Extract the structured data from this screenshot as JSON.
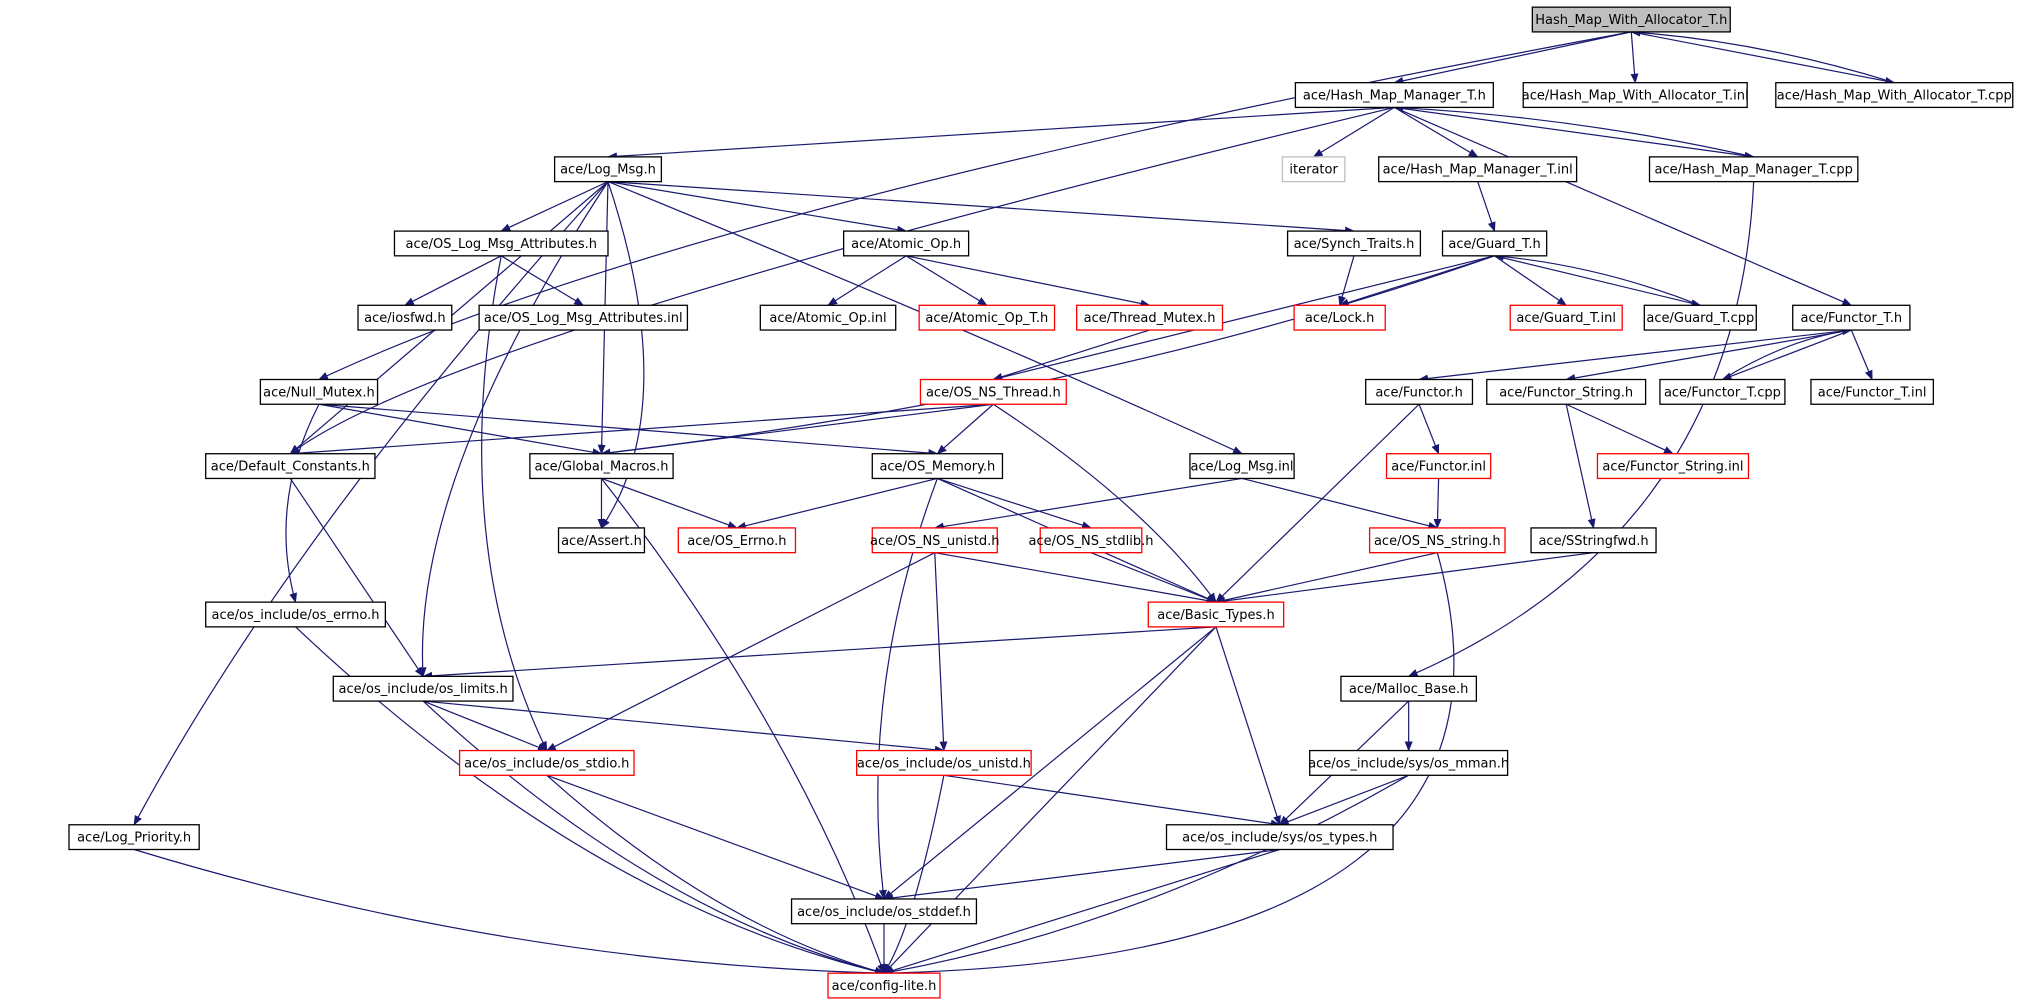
{
  "diagram": {
    "title": "",
    "edge_color": "#191970",
    "nodes": [
      {
        "id": "root",
        "label": "Hash_Map_With_Allocator_T.h",
        "style": "root"
      },
      {
        "id": "hmm_h",
        "label": "ace/Hash_Map_Manager_T.h",
        "style": "normal"
      },
      {
        "id": "hmwa_inl",
        "label": "ace/Hash_Map_With_Allocator_T.inl",
        "style": "normal"
      },
      {
        "id": "hmwa_cpp",
        "label": "ace/Hash_Map_With_Allocator_T.cpp",
        "style": "normal"
      },
      {
        "id": "logmsg_h",
        "label": "ace/Log_Msg.h",
        "style": "normal"
      },
      {
        "id": "iterator",
        "label": "iterator",
        "style": "grey"
      },
      {
        "id": "hmm_inl",
        "label": "ace/Hash_Map_Manager_T.inl",
        "style": "normal"
      },
      {
        "id": "hmm_cpp",
        "label": "ace/Hash_Map_Manager_T.cpp",
        "style": "normal"
      },
      {
        "id": "oslma_h",
        "label": "ace/OS_Log_Msg_Attributes.h",
        "style": "normal"
      },
      {
        "id": "atomic_h",
        "label": "ace/Atomic_Op.h",
        "style": "normal"
      },
      {
        "id": "synch_h",
        "label": "ace/Synch_Traits.h",
        "style": "normal"
      },
      {
        "id": "guard_h",
        "label": "ace/Guard_T.h",
        "style": "normal"
      },
      {
        "id": "iosfwd",
        "label": "ace/iosfwd.h",
        "style": "normal"
      },
      {
        "id": "oslma_inl",
        "label": "ace/OS_Log_Msg_Attributes.inl",
        "style": "normal"
      },
      {
        "id": "atomic_inl",
        "label": "ace/Atomic_Op.inl",
        "style": "normal"
      },
      {
        "id": "atomic_t_h",
        "label": "ace/Atomic_Op_T.h",
        "style": "red"
      },
      {
        "id": "thread_mutex_h",
        "label": "ace/Thread_Mutex.h",
        "style": "red"
      },
      {
        "id": "lock_h",
        "label": "ace/Lock.h",
        "style": "red"
      },
      {
        "id": "guard_inl",
        "label": "ace/Guard_T.inl",
        "style": "red"
      },
      {
        "id": "guard_cpp",
        "label": "ace/Guard_T.cpp",
        "style": "normal"
      },
      {
        "id": "functor_t_h",
        "label": "ace/Functor_T.h",
        "style": "normal"
      },
      {
        "id": "null_mutex_h",
        "label": "ace/Null_Mutex.h",
        "style": "normal"
      },
      {
        "id": "os_ns_thread_h",
        "label": "ace/OS_NS_Thread.h",
        "style": "red"
      },
      {
        "id": "functor_h",
        "label": "ace/Functor.h",
        "style": "normal"
      },
      {
        "id": "functor_string_h",
        "label": "ace/Functor_String.h",
        "style": "normal"
      },
      {
        "id": "functor_t_cpp",
        "label": "ace/Functor_T.cpp",
        "style": "normal"
      },
      {
        "id": "functor_t_inl",
        "label": "ace/Functor_T.inl",
        "style": "normal"
      },
      {
        "id": "default_constants_h",
        "label": "ace/Default_Constants.h",
        "style": "normal"
      },
      {
        "id": "global_macros_h",
        "label": "ace/Global_Macros.h",
        "style": "normal"
      },
      {
        "id": "os_memory_h",
        "label": "ace/OS_Memory.h",
        "style": "normal"
      },
      {
        "id": "logmsg_inl",
        "label": "ace/Log_Msg.inl",
        "style": "normal"
      },
      {
        "id": "functor_inl",
        "label": "ace/Functor.inl",
        "style": "red"
      },
      {
        "id": "functor_string_inl",
        "label": "ace/Functor_String.inl",
        "style": "red"
      },
      {
        "id": "assert_h",
        "label": "ace/Assert.h",
        "style": "normal"
      },
      {
        "id": "os_errno_h",
        "label": "ace/OS_Errno.h",
        "style": "red"
      },
      {
        "id": "os_ns_unistd_h",
        "label": "ace/OS_NS_unistd.h",
        "style": "red"
      },
      {
        "id": "os_ns_stdlib_h",
        "label": "ace/OS_NS_stdlib.h",
        "style": "red"
      },
      {
        "id": "os_ns_string_h",
        "label": "ace/OS_NS_string.h",
        "style": "red"
      },
      {
        "id": "sstringfwd_h",
        "label": "ace/SStringfwd.h",
        "style": "normal"
      },
      {
        "id": "os_include_os_errno_h",
        "label": "ace/os_include/os_errno.h",
        "style": "normal"
      },
      {
        "id": "basic_types_h",
        "label": "ace/Basic_Types.h",
        "style": "red"
      },
      {
        "id": "os_limits_h",
        "label": "ace/os_include/os_limits.h",
        "style": "normal"
      },
      {
        "id": "malloc_base_h",
        "label": "ace/Malloc_Base.h",
        "style": "normal"
      },
      {
        "id": "os_stdio_h",
        "label": "ace/os_include/os_stdio.h",
        "style": "red"
      },
      {
        "id": "os_unistd_h",
        "label": "ace/os_include/os_unistd.h",
        "style": "red"
      },
      {
        "id": "os_mman_h",
        "label": "ace/os_include/sys/os_mman.h",
        "style": "normal"
      },
      {
        "id": "log_priority_h",
        "label": "ace/Log_Priority.h",
        "style": "normal"
      },
      {
        "id": "os_types_h",
        "label": "ace/os_include/sys/os_types.h",
        "style": "normal"
      },
      {
        "id": "os_stddef_h",
        "label": "ace/os_include/os_stddef.h",
        "style": "normal"
      },
      {
        "id": "config_lite_h",
        "label": "ace/config-lite.h",
        "style": "red"
      }
    ]
  }
}
